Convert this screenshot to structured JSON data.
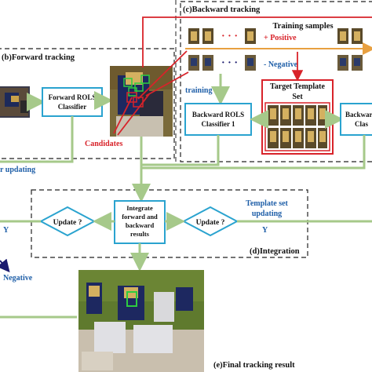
{
  "sections": {
    "forward": "(b)Forward tracking",
    "backward": "(c)Backward tracking",
    "integration": "(d)Integration",
    "final": "(e)Final tracking result"
  },
  "boxes": {
    "forward_classifier": [
      "Forward ROLS",
      "Classifier"
    ],
    "backward_classifier_1": [
      "Backward ROLS",
      "Classifier 1"
    ],
    "backward_classifier_2": [
      "Backwar",
      "Clas"
    ],
    "integrate": [
      "Integrate",
      "forward and",
      "backward",
      "results"
    ],
    "update_left": "Update ?",
    "update_right": "Update ?",
    "template_set": [
      "Target Template",
      "Set"
    ]
  },
  "labels": {
    "training_samples": "Training samples",
    "positive": "+ Positive",
    "negative": "- Negative",
    "training": "training",
    "candidates": "Candidates",
    "updating": "r  updating",
    "y_left": "Y",
    "y_right": "Y",
    "template_set_updating": [
      "Template set",
      "updating"
    ],
    "negative_left": "Negative"
  },
  "colors": {
    "box_border": "#2aa3cf",
    "arrow": "#a6c98a",
    "red": "#d8232a",
    "blue_text": "#1f5fa8",
    "navy": "#1a1a6e"
  }
}
